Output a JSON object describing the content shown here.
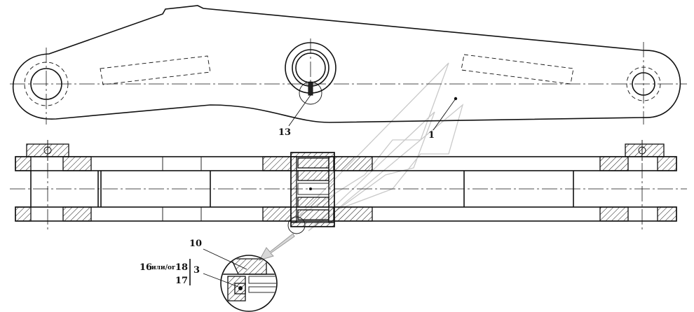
{
  "callouts": {
    "part_1": "1",
    "part_13": "13",
    "part_10": "10",
    "part_16": "16",
    "part_16_connector": "или/or",
    "part_18": "18",
    "part_3": "3",
    "part_17": "17"
  },
  "icons": {
    "watermark": "watermark-logo-icon",
    "arrow": "detail-arrow-icon"
  }
}
